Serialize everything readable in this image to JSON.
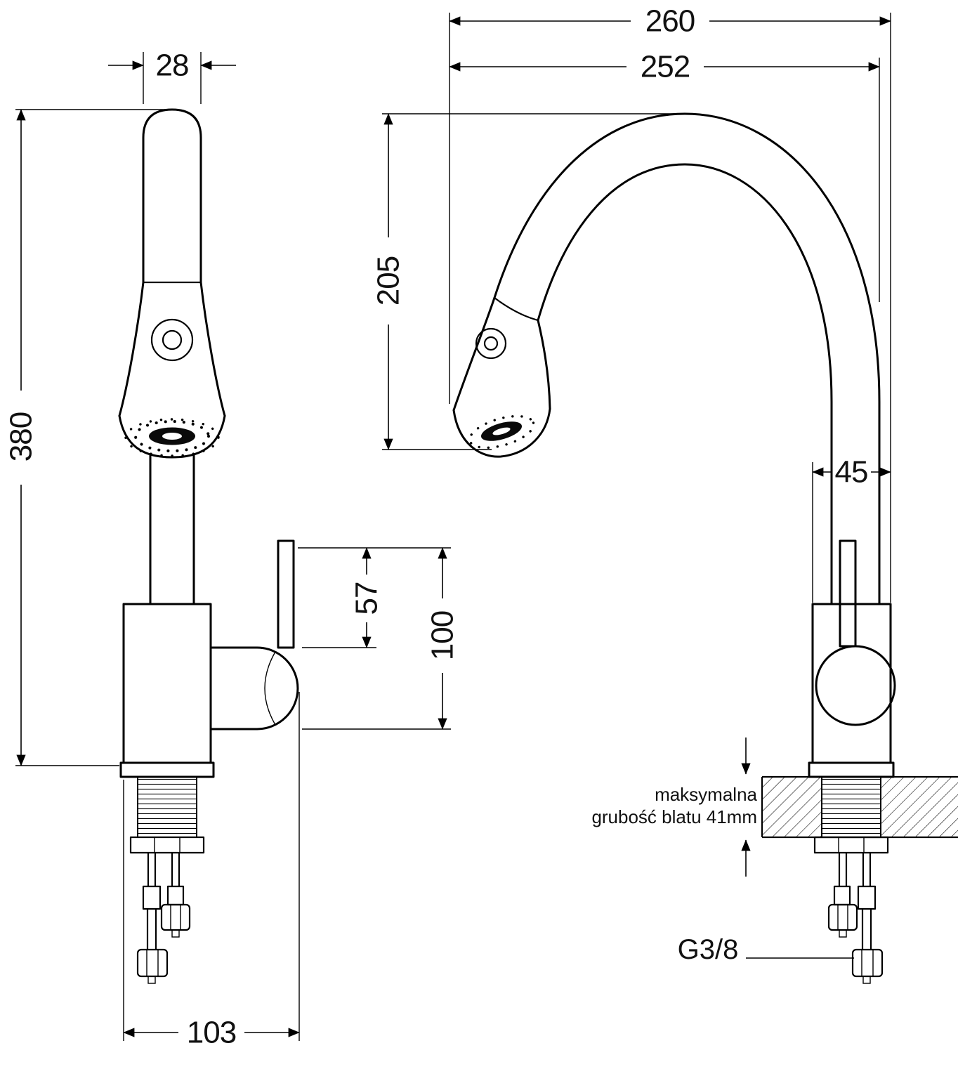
{
  "drawing": {
    "title": "kitchen faucet installation dimensions",
    "front_view": {
      "spout_pipe_width": "28",
      "total_height": "380",
      "lever_to_pivot": "57",
      "lever_to_body": "100",
      "base_depth": "103"
    },
    "side_view": {
      "overall_reach": "260",
      "spout_reach": "252",
      "spout_arc_height": "205",
      "body_width": "45",
      "counter_note_line1": "maksymalna",
      "counter_note_line2": "grubość blatu 41mm",
      "connection_thread": "G3/8"
    },
    "colors": {
      "line": "#000000",
      "text": "#111111",
      "background": "#ffffff"
    }
  }
}
